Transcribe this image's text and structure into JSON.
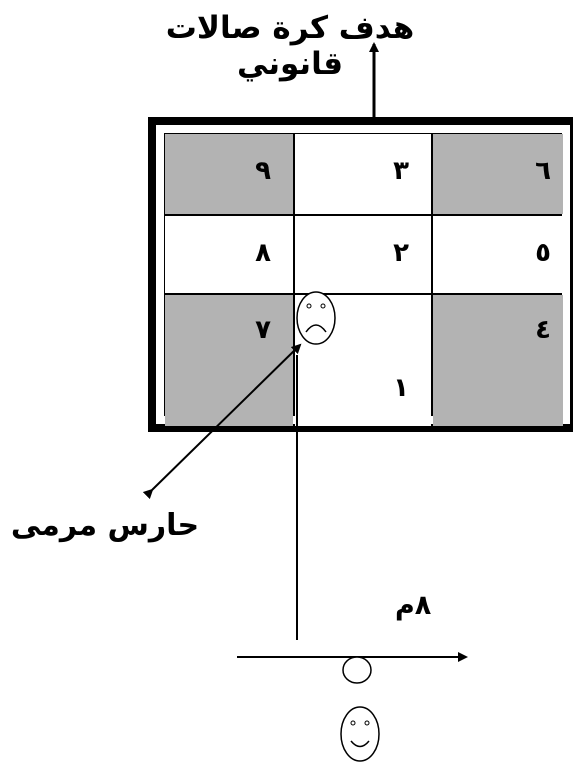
{
  "title": "هدف كرة صالات قانوني",
  "goalkeeper_label": "حارس مرمى",
  "distance_label": "٨م",
  "zones": {
    "z1": "١",
    "z2": "٢",
    "z3": "٣",
    "z4": "٤",
    "z5": "٥",
    "z6": "٦",
    "z7": "٧",
    "z8": "٨",
    "z9": "٩"
  },
  "colors": {
    "shaded_zone": "#b3b3b3",
    "line": "#000000"
  }
}
